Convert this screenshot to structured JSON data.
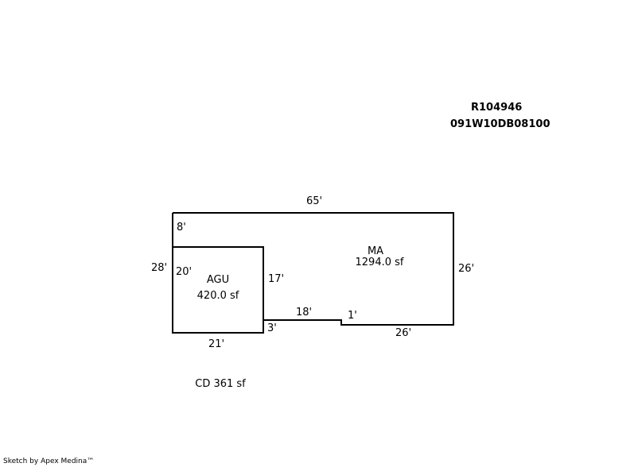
{
  "header": {
    "parcel_id": "R104946",
    "map_number": "091W10DB08100"
  },
  "areas": {
    "main": {
      "code": "MA",
      "area": "1294.0 sf"
    },
    "garage": {
      "code": "AGU",
      "area": "420.0 sf"
    },
    "deck": {
      "label": "CD 361 sf"
    }
  },
  "dimensions": {
    "top": "65'",
    "left_top": "8'",
    "left_total": "28'",
    "garage_left": "20'",
    "garage_right": "17'",
    "garage_bottom": "21'",
    "step_down": "3'",
    "middle_run": "18'",
    "jog": "1'",
    "bottom_right": "26'",
    "right": "26'"
  },
  "footer": {
    "credit": "Sketch by Apex Medina™"
  }
}
